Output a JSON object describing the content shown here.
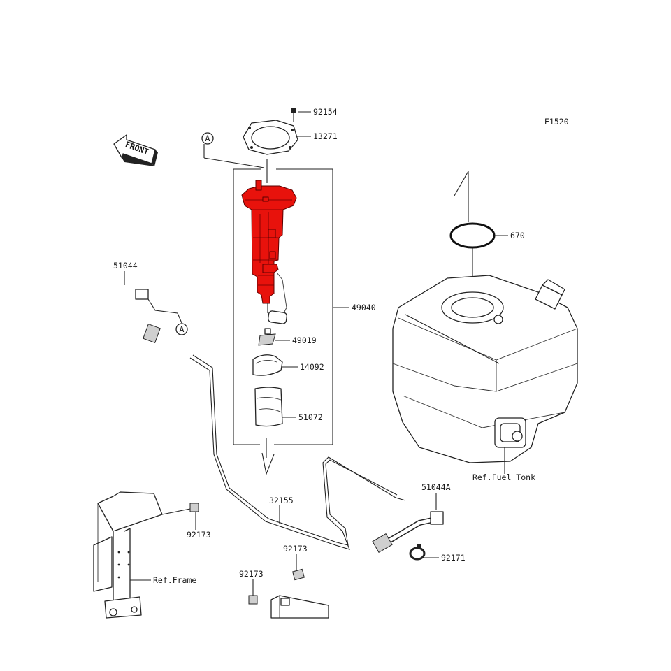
{
  "diagram": {
    "code": "E1520",
    "front_label": "FRONT",
    "callout_a": "A",
    "parts": {
      "p92154": "92154",
      "p13271": "13271",
      "p670": "670",
      "p49040": "49040",
      "p51044": "51044",
      "p49019": "49019",
      "p14092": "14092",
      "p51072": "51072",
      "p51044a": "51044A",
      "p32155": "32155",
      "p92173a": "92173",
      "p92173b": "92173",
      "p92173c": "92173",
      "p92171": "92171"
    },
    "refs": {
      "fuel_tank": "Ref.Fuel Tonk",
      "frame": "Ref.Frame"
    },
    "colors": {
      "highlight": "#e8120c",
      "line": "#222222"
    }
  }
}
